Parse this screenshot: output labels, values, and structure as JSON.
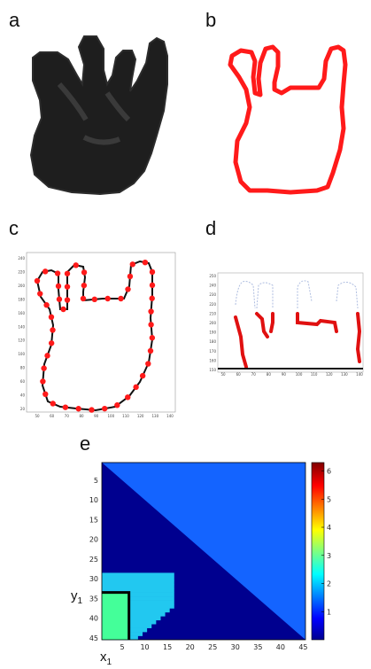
{
  "panels": {
    "a": "a",
    "b": "b",
    "c": "c",
    "d": "d",
    "e": "e"
  },
  "panel_c": {
    "x_ticks": [
      "50",
      "60",
      "70",
      "80",
      "90",
      "100",
      "110",
      "120",
      "130",
      "140"
    ],
    "y_ticks": [
      "240",
      "220",
      "200",
      "180",
      "160",
      "140",
      "120",
      "100",
      "80",
      "60",
      "40",
      "20"
    ]
  },
  "panel_d": {
    "x_ticks": [
      "50",
      "60",
      "70",
      "80",
      "90",
      "100",
      "110",
      "120",
      "130",
      "140"
    ],
    "y_ticks": [
      "250",
      "240",
      "230",
      "220",
      "210",
      "200",
      "190",
      "180",
      "170",
      "160",
      "150"
    ]
  },
  "chart_data": {
    "type": "heatmap",
    "x_ticks": [
      "5",
      "10",
      "15",
      "20",
      "25",
      "30",
      "35",
      "40",
      "45"
    ],
    "y_ticks": [
      "5",
      "10",
      "15",
      "20",
      "25",
      "30",
      "35",
      "40",
      "45"
    ],
    "colorbar_ticks": [
      "1",
      "2",
      "3",
      "4",
      "5",
      "6"
    ],
    "colorbar_range": [
      0,
      6.3
    ],
    "x_label": "x",
    "x_label_sub": "1",
    "y_label": "y",
    "y_label_sub": "1",
    "matrix_size": 45,
    "upper_triangle_value": 0.7,
    "lower_triangle_value": 0.0,
    "lower_left_block": {
      "rows": [
        29,
        45
      ],
      "cols": [
        1,
        16
      ],
      "value": 1.6
    },
    "inner_block": {
      "rows": [
        34,
        45
      ],
      "cols": [
        1,
        6
      ],
      "value": 2.6
    },
    "colors": {
      "high": "#8b0000",
      "low": "#00008f",
      "upper": "#1464ff",
      "mid": "#22c8f0",
      "inner": "#44ff99",
      "box": "#000000"
    }
  }
}
